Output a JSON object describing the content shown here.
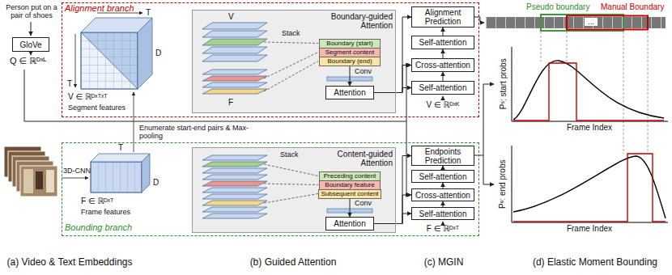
{
  "diagram": {
    "nodes": [
      {
        "text": [
          "Alignment branch"
        ]
      },
      {
        "text": [
          "Bounding branch"
        ]
      },
      {
        "text": [
          "GloVe"
        ]
      },
      {
        "text": [
          "Boundary-guided Attention"
        ],
        "in": 0
      },
      {
        "text": [
          "Boundary (start)"
        ],
        "in": 3
      },
      {
        "text": [
          "Segment content"
        ],
        "in": 3
      },
      {
        "text": [
          "Boundary (end)"
        ],
        "in": 3
      },
      {
        "text": [
          "Attention"
        ],
        "in": 3
      },
      {
        "text": [
          "Content-guided Attention"
        ],
        "in": 1
      },
      {
        "text": [
          "Preceding content"
        ],
        "in": 8
      },
      {
        "text": [
          "Boundary feature"
        ],
        "in": 8
      },
      {
        "text": [
          "Subsequent content"
        ],
        "in": 8
      },
      {
        "text": [
          "Attention"
        ],
        "in": 8
      },
      {
        "text": [
          "Alignment Prediction"
        ],
        "in": 0
      },
      {
        "text": [
          "Self-attention"
        ],
        "in": 0
      },
      {
        "text": [
          "Cross-attention"
        ],
        "in": 0
      },
      {
        "text": [
          "Self-attention"
        ],
        "in": 0
      },
      {
        "text": [
          "Endpoints Prediction"
        ],
        "in": 1
      },
      {
        "text": [
          "Self-attention"
        ],
        "in": 1
      },
      {
        "text": [
          "Cross-attention"
        ],
        "in": 1
      },
      {
        "text": [
          "Self-attention"
        ],
        "in": 1
      }
    ],
    "edges": [
      {
        "from": 16,
        "to": 15,
        "arrow": "to"
      },
      {
        "from": 15,
        "to": 14,
        "arrow": "to"
      },
      {
        "from": 14,
        "to": 13,
        "arrow": "to"
      },
      {
        "from": 20,
        "to": 19,
        "arrow": "to"
      },
      {
        "from": 19,
        "to": 18,
        "arrow": "to"
      },
      {
        "from": 18,
        "to": 17,
        "arrow": "to"
      },
      {
        "from": 6,
        "to": 7,
        "label": "Conv",
        "arrow": "to"
      },
      {
        "from": 11,
        "to": 12,
        "label": "Conv",
        "arrow": "to"
      },
      {
        "from": 7,
        "to": 13,
        "arrow": "to"
      },
      {
        "from": 7,
        "to": 15,
        "arrow": "to"
      },
      {
        "from": 7,
        "to": 16,
        "arrow": "to"
      },
      {
        "from": 12,
        "to": 17,
        "arrow": "to"
      },
      {
        "from": 12,
        "to": 19,
        "arrow": "to"
      },
      {
        "from": 12,
        "to": 20,
        "arrow": "to"
      }
    ],
    "labels": [
      "Person put on a pair of shoes",
      "Q ∈ ℝᴰˣᴸ",
      "T",
      "T",
      "D",
      "V ∈ ℝᴰˣᵀˣᵀ",
      "Segment features",
      "Enumerate start-end pairs & Max-pooling",
      "3D-CNN",
      "T",
      "D",
      "F ∈ ℝᴰˣᵀ",
      "Frame features",
      "V",
      "F",
      "Stack",
      "Stack",
      "V ∈ ℝᴰˣᴷ",
      "F ∈ ℝᴰˣᵀ",
      "Pseudo boundary",
      "Manual Boundary",
      "...",
      "Pˢ: start probs",
      "Frame Index",
      "Pᵉ: end probs",
      "Frame Index",
      "(a) Video & Text Embeddings",
      "(b) Guided Attention",
      "(c) MGIN",
      "(d) Elastic Moment Bounding"
    ]
  }
}
